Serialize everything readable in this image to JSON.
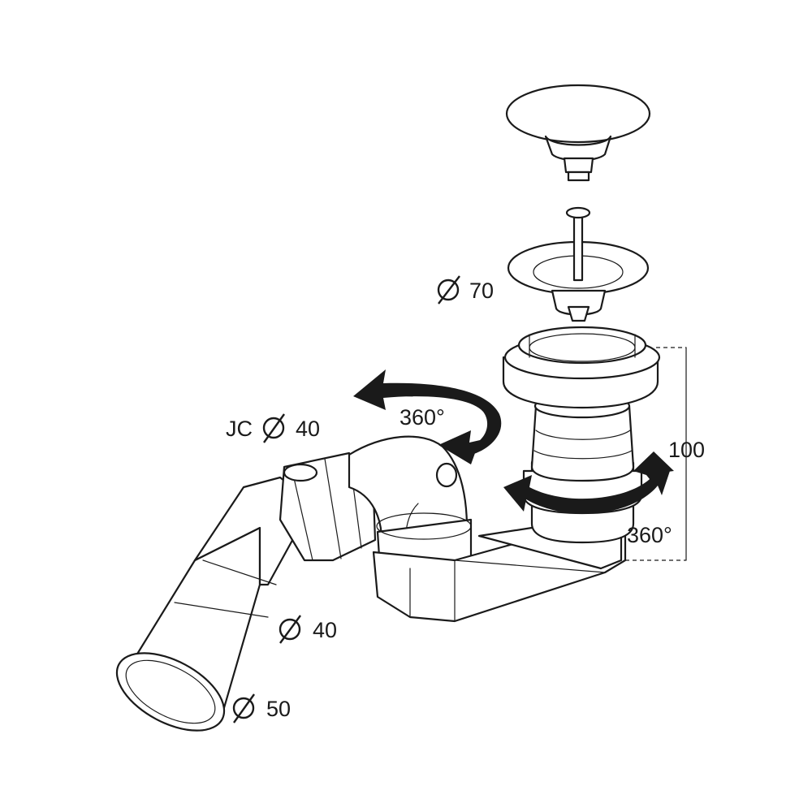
{
  "labels": {
    "diameter_symbol": "⌀",
    "top_basket": "70",
    "outlet_nut": "JC",
    "outlet_nut_size": "40",
    "pipe_inner": "40",
    "pipe_outer": "50",
    "height": "100",
    "rotation_elbow": "360°",
    "rotation_body": "360°"
  },
  "colors": {
    "line": "#1a1a1a",
    "background": "#ffffff"
  }
}
